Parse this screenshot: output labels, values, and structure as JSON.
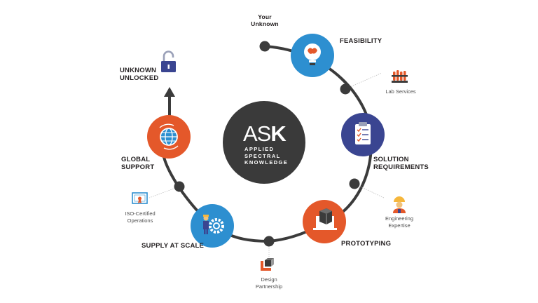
{
  "center": {
    "logo_prefix": "AS",
    "logo_suffix": "K",
    "line1": "APPLIED",
    "line2": "SPECTRAL",
    "line3": "KNOWLEDGE"
  },
  "start": {
    "label": "Your\nUnknown"
  },
  "stages": [
    {
      "label": "FEASIBILITY",
      "icon": "brain-lightbulb-icon",
      "color": "#2d8fd0"
    },
    {
      "label": "SOLUTION\nREQUIREMENTS",
      "icon": "clipboard-checklist-icon",
      "color": "#3a4591"
    },
    {
      "label": "PROTOTYPING",
      "icon": "computer-prototype-icon",
      "color": "#e4582a"
    },
    {
      "label": "SUPPLY AT SCALE",
      "icon": "worker-gear-icon",
      "color": "#2d8fd0"
    },
    {
      "label": "GLOBAL\nSUPPORT",
      "icon": "globe-icon",
      "color": "#e4582a"
    }
  ],
  "services": [
    {
      "label": "Lab Services",
      "icon": "test-tubes-icon"
    },
    {
      "label": "Engineering\nExpertise",
      "icon": "engineer-icon"
    },
    {
      "label": "Design\nPartnership",
      "icon": "drafting-tools-icon"
    },
    {
      "label": "ISO-Certified\nOperations",
      "icon": "certificate-icon"
    }
  ],
  "end": {
    "label": "UNKNOWN\nUNLOCKED",
    "icon": "unlocked-padlock-icon"
  },
  "colors": {
    "ring": "#3b3b3b",
    "center": "#3a3a3a",
    "text": "#231f20"
  }
}
